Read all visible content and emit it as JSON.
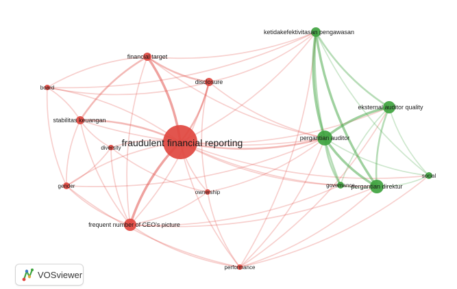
{
  "colors": {
    "cluster_red": "#e0463f",
    "cluster_green": "#3fa33f"
  },
  "logo": {
    "text": "VOSviewer",
    "icon": "vosviewer-logo-icon"
  },
  "nodes": [
    {
      "id": "frl",
      "label": "fraudulent financial reporting",
      "cluster": "red",
      "weight": 10
    },
    {
      "id": "ft",
      "label": "financial target",
      "cluster": "red",
      "weight": 3
    },
    {
      "id": "disc",
      "label": "disclosure",
      "cluster": "red",
      "weight": 2
    },
    {
      "id": "board",
      "label": "board",
      "cluster": "red",
      "weight": 1
    },
    {
      "id": "sk",
      "label": "stabilitas keuangan",
      "cluster": "red",
      "weight": 3
    },
    {
      "id": "div",
      "label": "diversity",
      "cluster": "red",
      "weight": 1
    },
    {
      "id": "gen",
      "label": "gender",
      "cluster": "red",
      "weight": 1
    },
    {
      "id": "own",
      "label": "ownership",
      "cluster": "red",
      "weight": 1
    },
    {
      "id": "fnc",
      "label": "frequent number of CEO's picture",
      "cluster": "red",
      "weight": 3
    },
    {
      "id": "perf",
      "label": "performance",
      "cluster": "red",
      "weight": 1
    },
    {
      "id": "kp",
      "label": "ketidakefektivitasan pengawasan",
      "cluster": "green",
      "weight": 3
    },
    {
      "id": "eaq",
      "label": "eksternal auditor quality",
      "cluster": "green",
      "weight": 3
    },
    {
      "id": "pa",
      "label": "pergantian auditor",
      "cluster": "green",
      "weight": 4
    },
    {
      "id": "gov",
      "label": "governance",
      "cluster": "green",
      "weight": 1
    },
    {
      "id": "pd",
      "label": "pergantian direktur",
      "cluster": "green",
      "weight": 4
    },
    {
      "id": "soc",
      "label": "social",
      "cluster": "green",
      "weight": 1
    }
  ]
}
